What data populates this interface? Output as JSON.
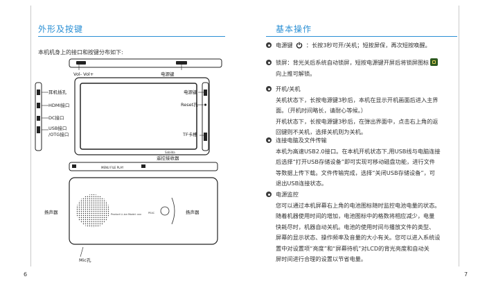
{
  "left_page": {
    "title": "外形及按键",
    "intro": "本机机身上的接口和按键分布如下:",
    "page_number": "6",
    "callouts": {
      "vol": "Vol-  Vol+",
      "power_top": "电源键",
      "earphone": "耳机插孔",
      "hdmi": "HDMI接口",
      "dc": "DC接口",
      "usb": "USB接口\n/OTG接口",
      "power_side": "电源键",
      "reset": "Reset孔",
      "tf": "TF卡槽",
      "ir": "遥控接收器",
      "speaker_left": "扬声器",
      "speaker_right": "扬声器",
      "mic": "Mic孔"
    }
  },
  "right_page": {
    "title": "基本操作",
    "page_number": "7",
    "power": {
      "label": "电源键",
      "text": "：长按3秒可开/关机；短按屏保，再次短按唤醒。"
    },
    "lock": {
      "line1": "锁屏：背光关后系统自动锁屏，短按电源键开屏后将锁屏图标",
      "line2": "向上推可解锁。"
    },
    "onoff": {
      "heading": "开机/关机",
      "lines": [
        "关机状态下，长按电源键3秒后，本机在显示开机画面后进入主界",
        "面。（开机时间略长，请耐心等候。）",
        "开机状态下，长按电源键3秒后，在弹出界面中，点击右上角的返",
        "回键则不关机，选择关机则为关机。"
      ]
    },
    "usb": {
      "heading": "连接电脑及文件传输",
      "lines": [
        "本机为高速USB2.0接口。在本机开机状态下,用USB线与电脑连接",
        "后选择“打开USB存储设备”即可实现可移动磁盘功能，进行文件",
        "等数据上传下载。文件传输完成，选择“关闭USB存储设备”，可",
        "退出USB连接状态。"
      ]
    },
    "battery": {
      "heading": "电源监控",
      "lines": [
        "您可以通过本机屏幕右上角的电池图标随时监控电池电量的状态。",
        "随着机器使用时间的增加，电池图标中的格数将相应减少，电量",
        "快耗尽时，机器自动关机。电池的使用时间与播放文件的类型、",
        "屏幕的显示状态、操作频率及音量的大小有关。您可以进入系统设",
        "置中对设置项“亮度”和“屏幕待机”对LCD的背光亮度和自动关",
        "屏时间进行合理的设置以节省电量。"
      ]
    }
  }
}
